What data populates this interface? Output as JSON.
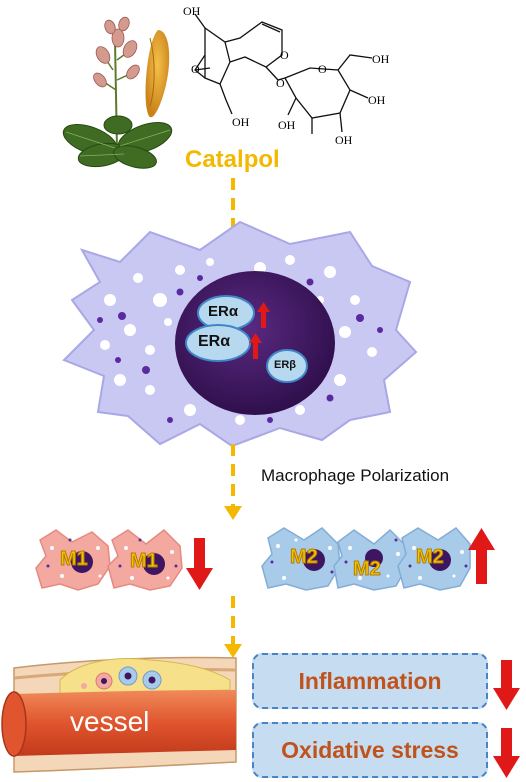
{
  "compound": {
    "name": "Catalpol",
    "oh_labels": [
      "OH",
      "OH",
      "OH",
      "OH",
      "OH",
      "OH"
    ],
    "ring_o_labels": [
      "O",
      "O",
      "O",
      "O"
    ]
  },
  "cell": {
    "receptors": [
      "ERα",
      "ERα",
      "ERβ"
    ],
    "receptor_arrows": [
      "up",
      "up"
    ]
  },
  "polarization": {
    "label": "Macrophage Polarization",
    "m1": {
      "labels": [
        "M1",
        "M1"
      ],
      "trend": "down"
    },
    "m2": {
      "labels": [
        "M2",
        "M2",
        "M2"
      ],
      "trend": "up"
    }
  },
  "vessel": {
    "label": "vessel"
  },
  "outcomes": [
    {
      "label": "Inflammation",
      "trend": "down"
    },
    {
      "label": "Oxidative stress",
      "trend": "down"
    }
  ],
  "colors": {
    "catalpol": "#f5b800",
    "dashed_arrow": "#f5b800",
    "red_arrow": "#e01818",
    "cell_body": "#c9c8f2",
    "nucleus": "#3e1561",
    "receptor": "#b7d9ef",
    "m1_cell": "#f4a9a0",
    "m2_cell": "#a9cbea",
    "box_fill": "#c6dcf1",
    "box_border": "#4a84c8",
    "box_text": "#c0531c",
    "vessel": "#e0552e"
  }
}
